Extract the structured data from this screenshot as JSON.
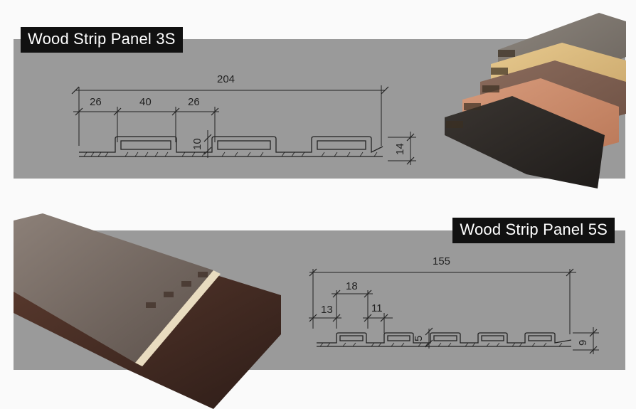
{
  "panel_3s": {
    "title": "Wood Strip Panel 3S",
    "dimensions": {
      "overall_width": "204",
      "left_margin": "26",
      "slot_width": "40",
      "gap": "26",
      "slot_depth": "10",
      "total_height": "14"
    }
  },
  "panel_5s": {
    "title": "Wood Strip Panel 5S",
    "dimensions": {
      "overall_width": "155",
      "slot_width": "18",
      "left_margin": "13",
      "gap": "11",
      "slot_depth": "5",
      "total_height": "9"
    }
  },
  "colors": {
    "band": "#9a9a9a",
    "title_bg": "#111111",
    "title_text": "#ffffff"
  }
}
